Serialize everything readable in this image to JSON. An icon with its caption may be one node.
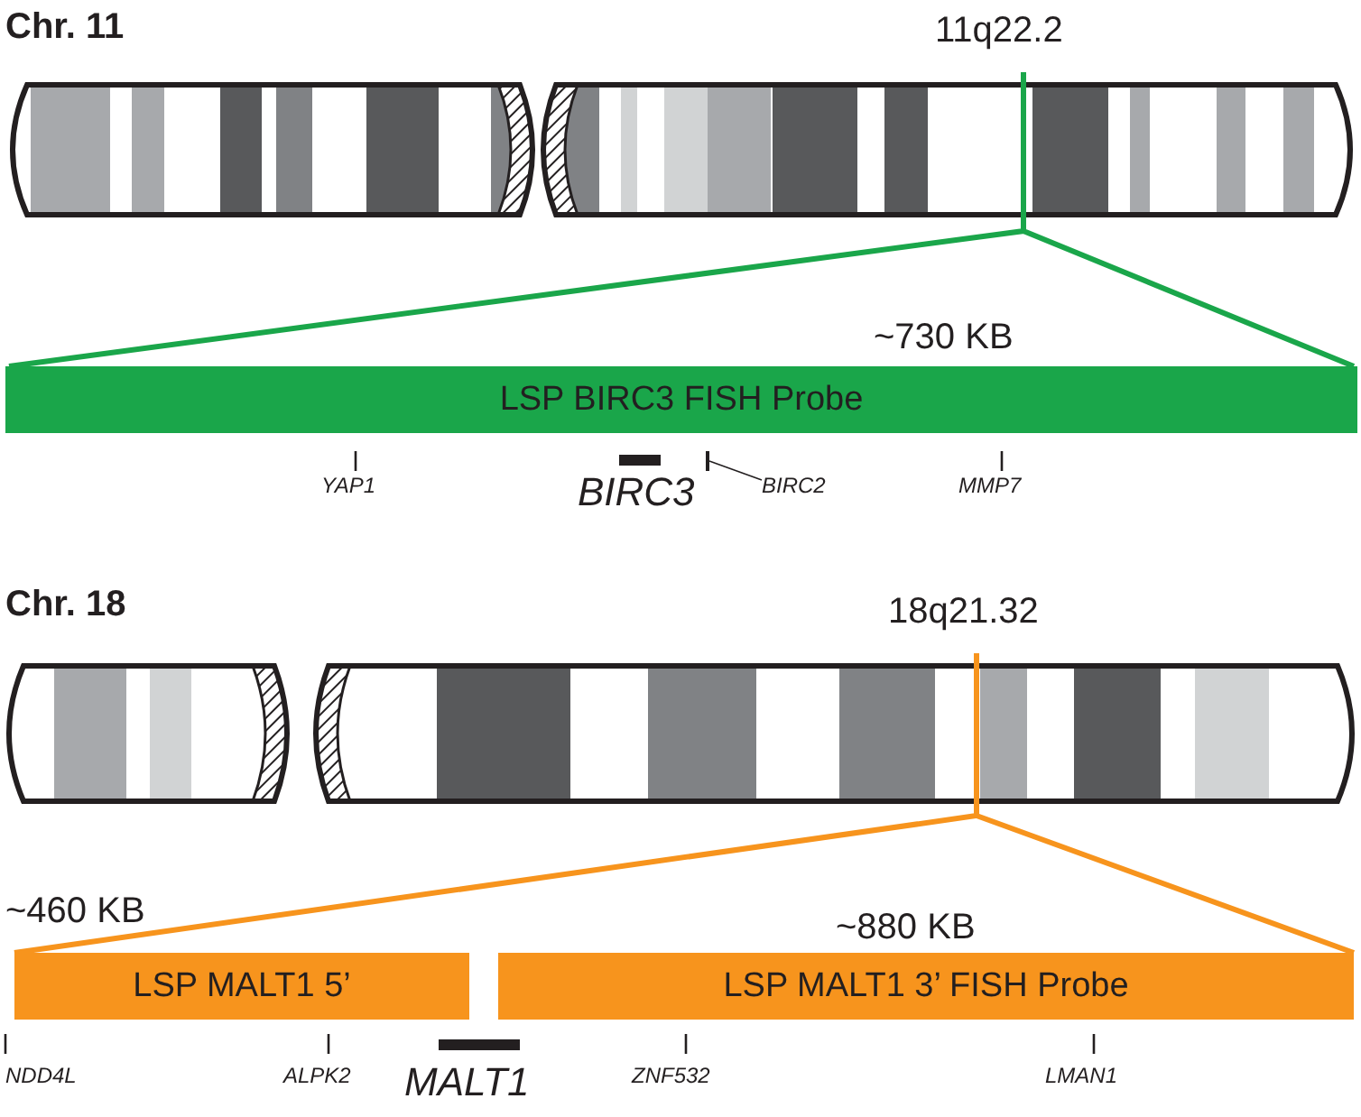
{
  "diagram": {
    "nodes": [
      {
        "text": [
          "LSP BIRC3 FISH Probe"
        ],
        "beside": [
          "~730 KB"
        ]
      },
      {
        "text": [
          "LSP MALT1 5’"
        ],
        "beside": [
          "~460 KB"
        ]
      },
      {
        "text": [
          "LSP MALT1 3’ FISH Probe"
        ],
        "beside": [
          "~880 KB"
        ]
      },
      {
        "text": [
          "BIRC2"
        ]
      },
      {
        "text": [],
        "shape": "bar"
      },
      {
        "text": [],
        "shape": "picture"
      },
      {
        "text": [],
        "shape": "picture"
      }
    ],
    "edges": [
      {
        "from": 3,
        "to": 4,
        "arrow": "none",
        "color": "#231f20"
      },
      {
        "from": 5,
        "to": 0,
        "arrow": "none",
        "color": "#1aa64a"
      },
      {
        "from": 5,
        "to": 0,
        "arrow": "none",
        "color": "#1aa64a"
      },
      {
        "from": 6,
        "to": 1,
        "arrow": "none",
        "color": "#f7941d"
      },
      {
        "from": 6,
        "to": 2,
        "arrow": "none",
        "color": "#f7941d"
      }
    ],
    "labels": [
      "Chr. 11",
      "11q22.2",
      "YAP1",
      "BIRC3",
      "MMP7",
      "Chr. 18",
      "18q21.32",
      "NDD4L",
      "ALPK2",
      "MALT1",
      "ZNF532",
      "LMAN1"
    ]
  }
}
